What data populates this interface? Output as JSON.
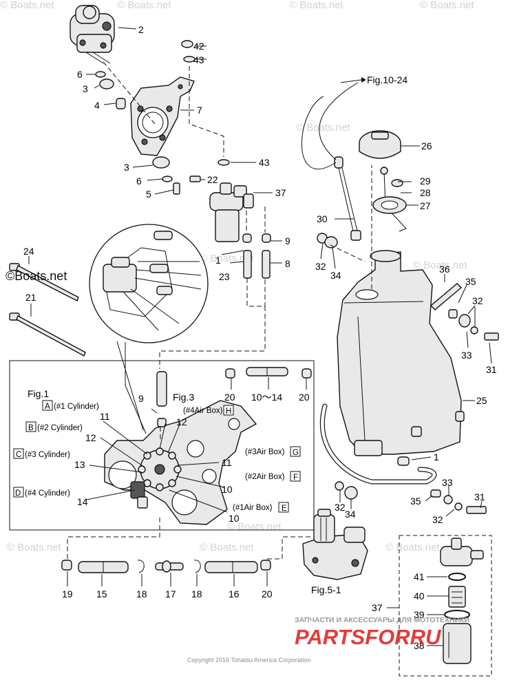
{
  "callouts": {
    "c1": "1",
    "c1b": "1",
    "c2": "2",
    "c3": "3",
    "c3b": "3",
    "c4": "4",
    "c5": "5",
    "c6": "6",
    "c6b": "6",
    "c7": "7",
    "c8": "8",
    "c9": "9",
    "c9b": "9",
    "c10": "10",
    "c10b": "10",
    "c10r": "10～14",
    "c11": "11",
    "c11b": "11",
    "c12": "12",
    "c12b": "12",
    "c13": "13",
    "c14": "14",
    "c15": "15",
    "c16": "16",
    "c17": "17",
    "c18": "18",
    "c18b": "18",
    "c19": "19",
    "c20": "20",
    "c20b": "20",
    "c20c": "20",
    "c21": "21",
    "c22": "22",
    "c23": "23",
    "c24": "24",
    "c25": "25",
    "c26": "26",
    "c27": "27",
    "c28": "28",
    "c29": "29",
    "c30": "30",
    "c31": "31",
    "c31b": "31",
    "c32": "32",
    "c32b": "32",
    "c32c": "32",
    "c32d": "32",
    "c33": "33",
    "c33b": "33",
    "c34": "34",
    "c34b": "34",
    "c35": "35",
    "c35b": "35",
    "c36": "36",
    "c37": "37",
    "c37b": "37",
    "c38": "38",
    "c39": "39",
    "c40": "40",
    "c41": "41",
    "c42": "42",
    "c43": "43",
    "c43b": "43"
  },
  "figure_refs": {
    "fig_10_24": "Fig.10-24",
    "fig_1": "Fig.1",
    "fig_3": "Fig.3",
    "fig_5_1": "Fig.5-1"
  },
  "cylinders": [
    {
      "letter": "A",
      "text": "(#1 Cylinder)"
    },
    {
      "letter": "B",
      "text": "(#2 Cylinder)"
    },
    {
      "letter": "C",
      "text": "(#3 Cylinder)"
    },
    {
      "letter": "D",
      "text": "(#4 Cylinder)"
    }
  ],
  "air_boxes": [
    {
      "letter": "H",
      "text": "(#4Air Box)"
    },
    {
      "letter": "G",
      "text": "(#3Air Box)"
    },
    {
      "letter": "F",
      "text": "(#2Air Box)"
    },
    {
      "letter": "E",
      "text": "(#1Air Box)"
    }
  ],
  "watermarks": {
    "boats_net": "© Boats.net",
    "boats_net_logo": "©Boats.net"
  },
  "branding": {
    "tagline": "ЗАПЧАСТИ И АКСЕССУАРЫ ДЛЯ МОТОТЕХНИКИ",
    "logo": "PARTSFORRU"
  },
  "copyright": "Copyright 2016 Tohatsu America Corporation",
  "colors": {
    "line": "#111111",
    "part_fill": "#e9e9e9",
    "watermark": "#d2d2d2",
    "logo_red": "#e01a1a",
    "tagline_grey": "#9a9a9a"
  }
}
